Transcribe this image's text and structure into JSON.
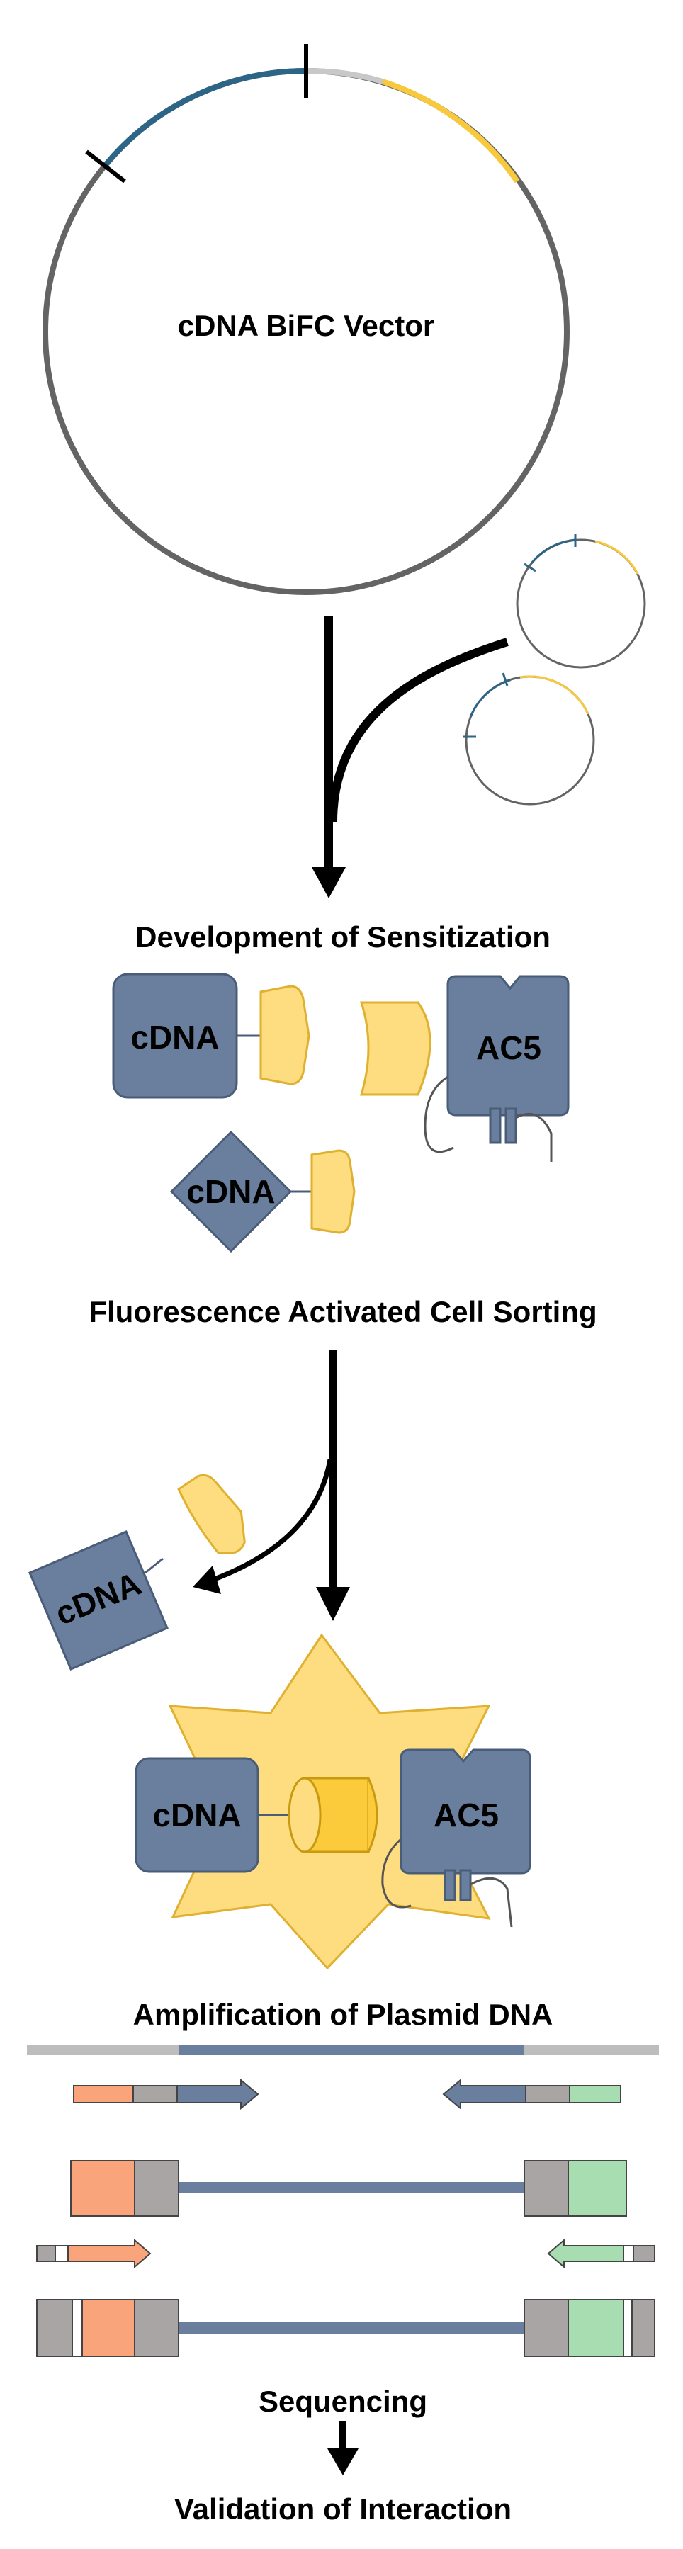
{
  "steps": {
    "vector_label": "cDNA BiFC Vector",
    "development": "Development of Sensitization",
    "facs": "Fluorescence Activated Cell Sorting",
    "amplification": "Amplification of Plasmid DNA",
    "sequencing": "Sequencing",
    "validation": "Validation of Interaction"
  },
  "labels": {
    "cdna": "cDNA",
    "ac5": "AC5"
  },
  "colors": {
    "protein_blue": "#6a7f9d",
    "fluor_yellow": "#fddd80",
    "fluor_yellow_dark": "#fbcb3c",
    "plasmid_blue": "#2c6585",
    "plasmid_yellow": "#f8c93c",
    "plasmid_gray": "#646464",
    "primer_orange": "#f9a47b",
    "primer_green": "#a7ddb1",
    "primer_gray": "#a9a5a5",
    "star_yellow": "#fddd80"
  }
}
